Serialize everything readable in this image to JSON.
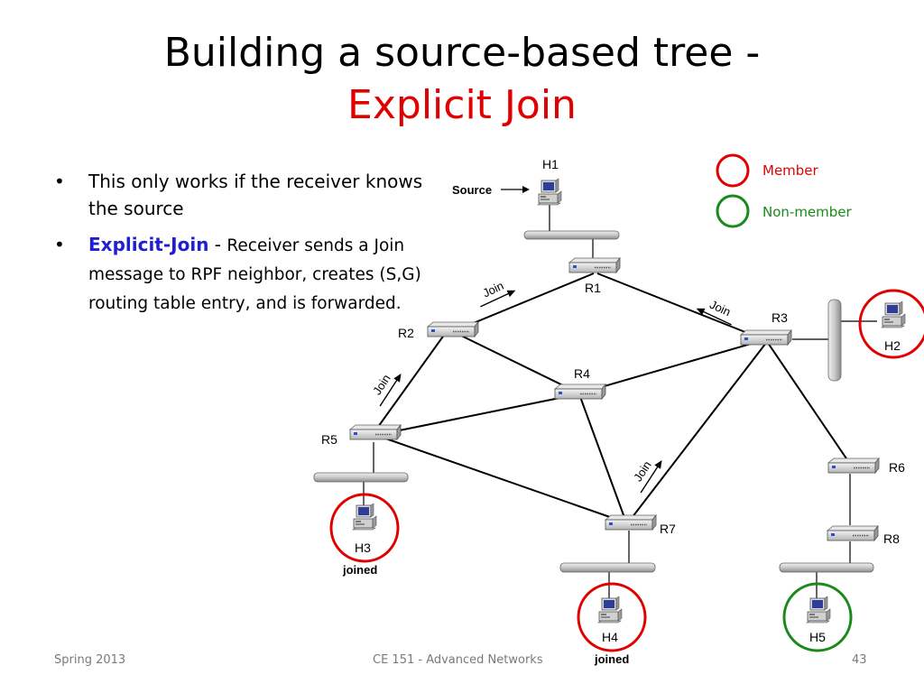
{
  "slide": {
    "title_line1": "Building a source-based tree -",
    "title_line2": "Explicit Join",
    "bullets": [
      {
        "text": "This only works if the receiver knows the source"
      },
      {
        "emphasis": "Explicit-Join",
        "separator": " - ",
        "rest": "Receiver sends a Join message to RPF neighbor, creates (S,G) routing table entry, and is forwarded."
      }
    ],
    "footer_left": "Spring 2013",
    "footer_center": "CE 151 - Advanced Networks",
    "footer_right": "43"
  },
  "legend": {
    "member": {
      "label": "Member",
      "color": "#e00000"
    },
    "non_member": {
      "label": "Non-member",
      "color": "#1a8a1a"
    }
  },
  "diagram": {
    "source_label": "Source",
    "join_label": "Join",
    "joined_label": "joined",
    "routers": [
      "R1",
      "R2",
      "R3",
      "R4",
      "R5",
      "R6",
      "R7",
      "R8"
    ],
    "hosts": [
      {
        "name": "H1",
        "status": "source"
      },
      {
        "name": "H2",
        "status": "member"
      },
      {
        "name": "H3",
        "status": "member",
        "joined": true
      },
      {
        "name": "H4",
        "status": "member",
        "joined": true
      },
      {
        "name": "H5",
        "status": "non-member"
      }
    ]
  }
}
